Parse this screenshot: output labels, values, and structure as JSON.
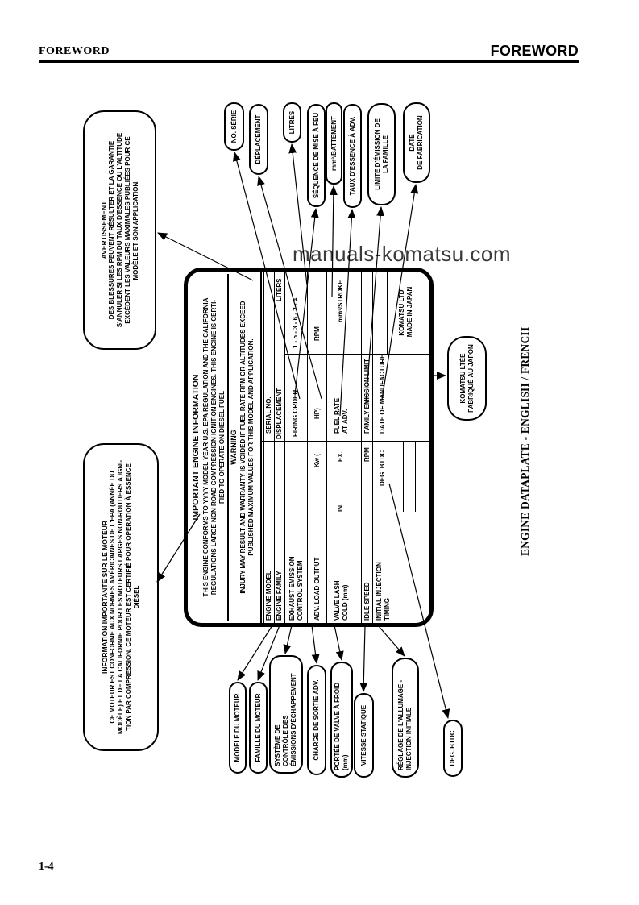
{
  "header": {
    "left_title": "FOREWORD",
    "right_title": "FOREWORD"
  },
  "watermark": "manuals-komatsu.com",
  "page_number": "1-4",
  "figure_caption": "ENGINE DATAPLATE - ENGLISH / FRENCH",
  "colors": {
    "ink": "#000000",
    "paper": "#ffffff",
    "watermark_gray": "#3a3a3a"
  },
  "notes": {
    "avertissement": {
      "title": "AVERTISSEMENT",
      "lines": [
        "DES BLESSURES PEUVENT RÉSULTER ET LA GARANTIE",
        "S'ANNULER SI LES RPM DU TAUX D'ESSENCE OU L'ALTITUDE",
        "EXCÈDENT LES VALEURS MAXIMALES PUBLIÉES POUR CE",
        "MODÈLE ET SON APPLICATION."
      ]
    },
    "info_moteur": {
      "title": "INFORMATION IMPORTANTE SUR LE MOTEUR",
      "lines": [
        "CE MOTEUR EST CONFORME AUX NORMES AMÉRICAINES DE L'EPA (ANNÉE DU",
        "MODÈLE) ET DE LA CALIFORNIE POUR LES MOTEURS LARGES NON-ROUTIERS A IGNI-",
        "TION PAR COMPRESSION. CE MOTEUR EST CERTIFIÉ POUR OPERATION À ESSENCE",
        "DIÉSEL"
      ]
    }
  },
  "plate": {
    "title": "IMPORTANT ENGINE INFORMATION",
    "conformity": [
      "THIS ENGINE CONFORMS TO YYYY MODEL YEAR U.S. EPA REGULATION AND THE CALIFORNIA",
      "REGULATIONS LARGE NON ROAD COMPRESSION IGNITION ENGINES. THIS ENGINE IS CERTI-",
      "FIED TO OPERATE ON DIESEL FUEL"
    ],
    "warning_title": "WARNING",
    "warning": [
      "INJURY MAY RESULT AND WARRANTY IS VOIDED IF FUEL RATE RPM OR ALTITUDES EXCEED",
      "PUBLISHED MAXIMUM VALUES FOR THIS MODEL AND APPLICATION."
    ],
    "fields": {
      "engine_model": "ENGINE MODEL",
      "serial_no": "SERIAL NO.",
      "engine_family": "ENGINE FAMILY",
      "displacement": "DISPLACEMENT",
      "liters": "LITERS",
      "exhaust_line1": "EXHAUST EMISSION",
      "exhaust_line2": "CONTROL SYSTEM",
      "firing_order": "FIRING ORDER",
      "firing_order_value": "1 - 5 - 3 - 6 - 2 - 4",
      "adv_load_output": "ADV. LOAD OUTPUT",
      "kw": "Kw (",
      "hp": "HP)",
      "rpm": "RPM",
      "valve_lash_line1": "VALVE LASH",
      "valve_lash_line2": "COLD (mm)",
      "in": "IN.",
      "ex": "EX.",
      "fuel_rate_line1": "FUEL RATE",
      "fuel_rate_line2": "AT ADV.",
      "mm3_stroke": "mm³/STROKE",
      "idle_speed": "IDLE SPEED",
      "rpm2": "RPM",
      "family_emission_limit": "FAMILY EMISSION LIMIT",
      "initial_injection_line1": "INITIAL INJECTION",
      "initial_injection_line2": "TIMING",
      "deg_btdc": "DEG. BTDC",
      "date_of_manufacture": "DATE OF MANUFACTURE",
      "maker_line1": "KOMATSU LTD.",
      "maker_line2": "MADE IN JAPAN"
    }
  },
  "callouts_right": {
    "no_serie": {
      "l1": "NO. SÉRIE"
    },
    "deplacement": {
      "l1": "DÉPLACEMENT"
    },
    "litres": {
      "l1": "LITRES"
    },
    "sequence": {
      "l1": "SÉQUENCE DE MISE À FEU"
    },
    "mm3_battement": {
      "l1": "mm³/BATTEMENT"
    },
    "taux_essence": {
      "l1": "TAUX D'ESSENCE À ADV."
    },
    "limite_emission": {
      "l1": "LIMITE D'ÉMISSION DE",
      "l2": "LA FAMILLE"
    },
    "date_fabrication": {
      "l1": "DATE",
      "l2": "DE FABRICATION"
    }
  },
  "callouts_left": {
    "modele_moteur": {
      "l1": "MODÈLE DU MOTEUR"
    },
    "famille_moteur": {
      "l1": "FAMILLE DU MOTEUR"
    },
    "systeme_controle": {
      "l1": "SYSTÈME DE",
      "l2": "CONTRÔLE DES",
      "l3": "ÉMISSIONS D'ÉCHAPPEMENT"
    },
    "charge_sortie": {
      "l1": "CHARGE DE SORTIE ADV."
    },
    "portee_valve": {
      "l1": "PORTÉE DE VALVE À FROID",
      "l2": "(mm)"
    },
    "vitesse_statique": {
      "l1": "VITESSE STATIQUE"
    },
    "reglage_allumage": {
      "l1": "RÉGLAGE DE L'ALLUMAGE -",
      "l2": "INJECTION INITIALE"
    },
    "deg_btdc": {
      "l1": "DEG. BTDC"
    },
    "komatsu_ltee": {
      "l1": "KOMATSU LTÉE",
      "l2": "FABRIQUÉ AU JAPON"
    }
  }
}
